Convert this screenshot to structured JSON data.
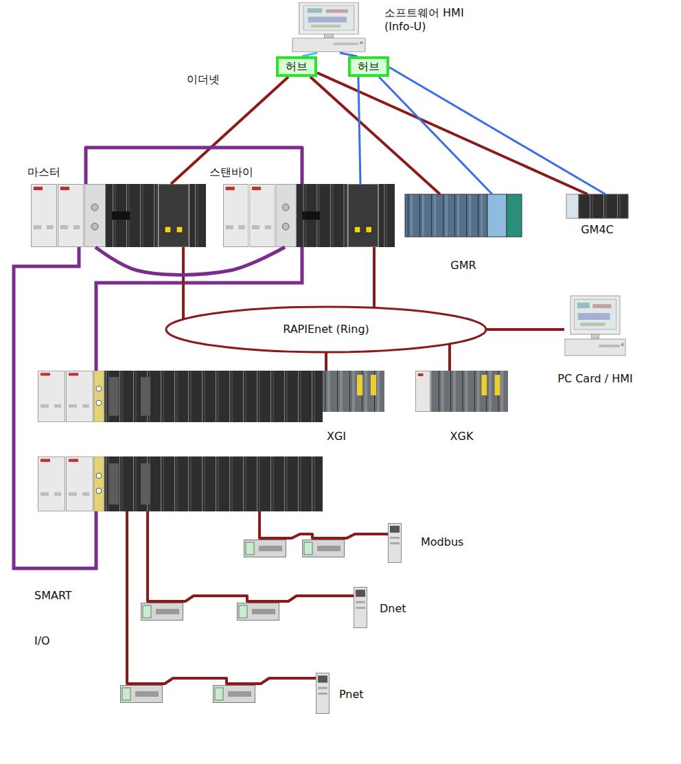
{
  "diagram": {
    "nodes": [
      {
        "text": [
          "소프트웨어 HMI (Info-U)"
        ]
      },
      {
        "text": [
          "허브"
        ]
      },
      {
        "text": [
          "허브"
        ]
      },
      {
        "text": [
          "마스터"
        ]
      },
      {
        "text": [
          "스탠바이"
        ]
      },
      {
        "text": [
          "GMR"
        ]
      },
      {
        "text": [
          "GM4C"
        ]
      },
      {
        "text": [
          "RAPIEnet (Ring)"
        ]
      },
      {
        "text": [
          "PC Card / HMI"
        ]
      },
      {
        "text": [
          "XGI"
        ]
      },
      {
        "text": [
          "XGK"
        ]
      },
      {
        "text": [
          "Modbus"
        ]
      },
      {
        "text": [
          "Dnet"
        ]
      },
      {
        "text": [
          "Pnet"
        ]
      }
    ],
    "edges": [
      {
        "from": 0,
        "to": 1,
        "arrow": "none"
      },
      {
        "from": 0,
        "to": 2,
        "arrow": "none"
      },
      {
        "from": 1,
        "to": 3,
        "arrow": "none"
      },
      {
        "from": 1,
        "to": 5,
        "arrow": "none"
      },
      {
        "from": 1,
        "to": 6,
        "arrow": "none"
      },
      {
        "from": 2,
        "to": 4,
        "arrow": "none"
      },
      {
        "from": 2,
        "to": 5,
        "arrow": "none"
      },
      {
        "from": 2,
        "to": 6,
        "arrow": "none"
      },
      {
        "from": 3,
        "to": 7,
        "arrow": "none"
      },
      {
        "from": 4,
        "to": 7,
        "arrow": "none"
      },
      {
        "from": 7,
        "to": 8,
        "arrow": "none"
      },
      {
        "from": 7,
        "to": 9,
        "arrow": "none"
      },
      {
        "from": 7,
        "to": 10,
        "arrow": "none"
      },
      {
        "from": 3,
        "to": 4,
        "arrow": "none"
      },
      {
        "from": 3,
        "to": 4,
        "arrow": "none"
      }
    ],
    "labels": [
      "이더넷",
      "SMART",
      "I/O"
    ]
  }
}
